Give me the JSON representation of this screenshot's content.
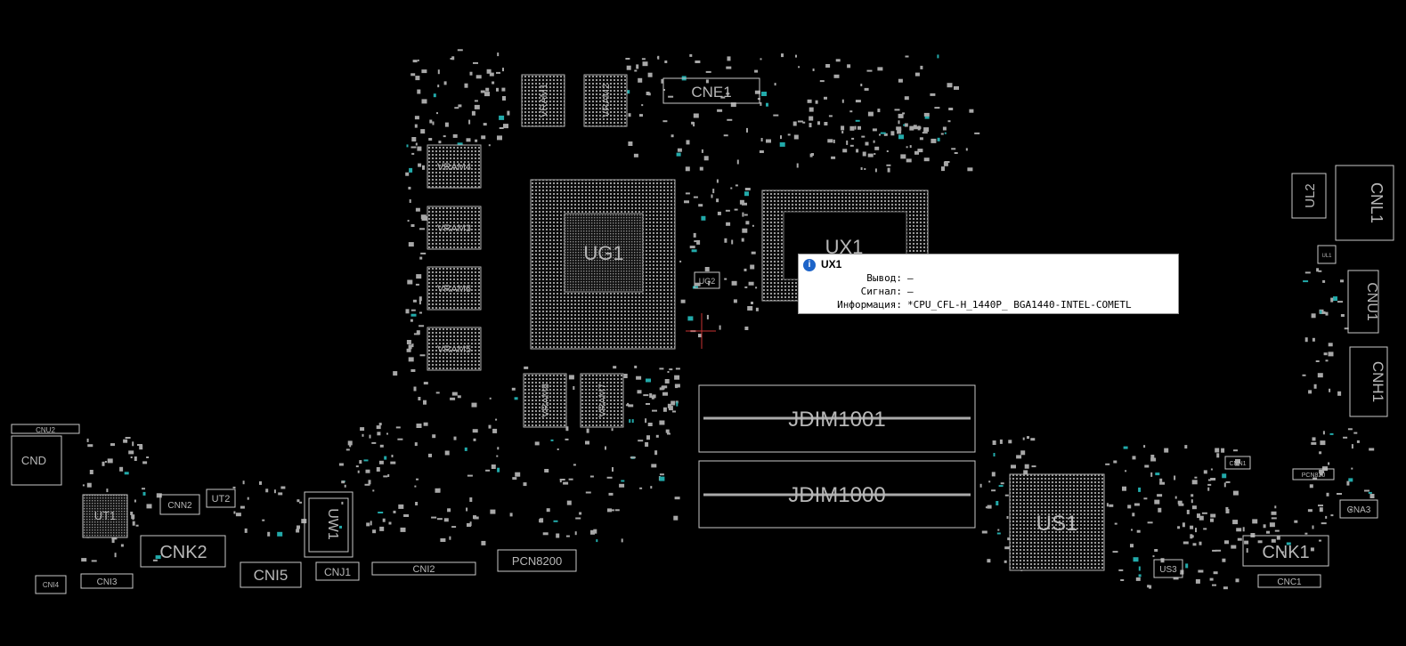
{
  "components": {
    "vram1": "VRAM1",
    "vram2": "VRAM2",
    "vram3": "VRAM3",
    "vram4": "VRAM4",
    "vram5": "VRAM5",
    "vram6": "VRAM6",
    "vram7": "VRAM7",
    "vram8": "VRAM8",
    "cne1": "CNE1",
    "ug1": "UG1",
    "ug2": "UG2",
    "ux1": "UX1",
    "jdim1001": "JDIM1001",
    "jdim1000": "JDIM1000",
    "ul2": "UL2",
    "ul1": "UL1",
    "cnl1": "CNL1",
    "cnu1": "CNU1",
    "cnh1": "CNH1",
    "cnu2": "CNU2",
    "cnd": "CND",
    "ut1": "UT1",
    "cnn2": "CNN2",
    "ut2": "UT2",
    "cnk2": "CNK2",
    "cni3": "CNI3",
    "cni4": "CNI4",
    "cni5": "CNI5",
    "cnj1": "CNJ1",
    "uw1": "UW1",
    "cni2": "CNI2",
    "pcn8200": "PCN8200",
    "us1": "US1",
    "us3": "US3",
    "cnn1": "CNN1",
    "pcn820": "PCN820",
    "cna3": "CNA3",
    "cnk1": "CNK1",
    "cnc1": "CNC1"
  },
  "tooltip": {
    "icon": "info-icon",
    "title": "UX1",
    "rows": [
      {
        "key": "Вывод:",
        "value": "—"
      },
      {
        "key": "Сигнал:",
        "value": "—"
      },
      {
        "key": "Информация:",
        "value": "*CPU_CFL-H_1440P_ BGA1440-INTEL-COMETL"
      }
    ]
  },
  "colors": {
    "background": "#000000",
    "silkscreen": "#c8c8c8",
    "cursor": "#c83232",
    "tooltip_icon": "#1d64c8"
  }
}
